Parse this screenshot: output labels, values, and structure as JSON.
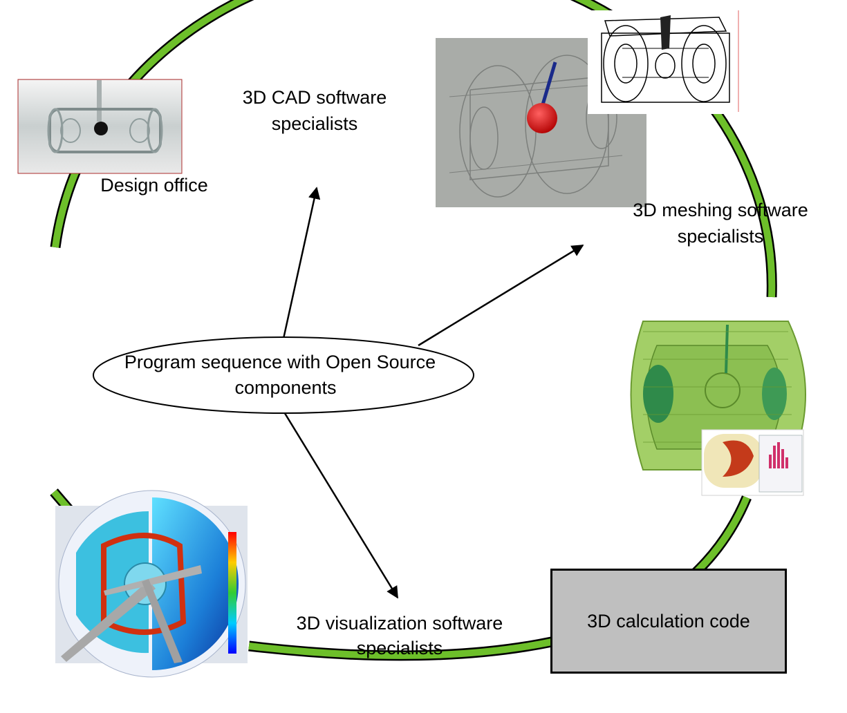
{
  "diagram": {
    "center_label": {
      "line1": "Program sequence with Open Source",
      "line2": "components"
    },
    "stages": {
      "design": {
        "label": "Design office"
      },
      "cad": {
        "line1": "3D CAD software",
        "line2": "specialists"
      },
      "meshing": {
        "line1": "3D meshing software",
        "line2": "specialists"
      },
      "calculation": {
        "label": "3D calculation code"
      },
      "visualization": {
        "line1": "3D visualization software",
        "line2": "specialists"
      }
    },
    "colors": {
      "cycle_ring": "#6dbf2a",
      "ring_outline": "#000000",
      "arrow": "#000000",
      "calc_box": "#bfbfbf"
    }
  }
}
